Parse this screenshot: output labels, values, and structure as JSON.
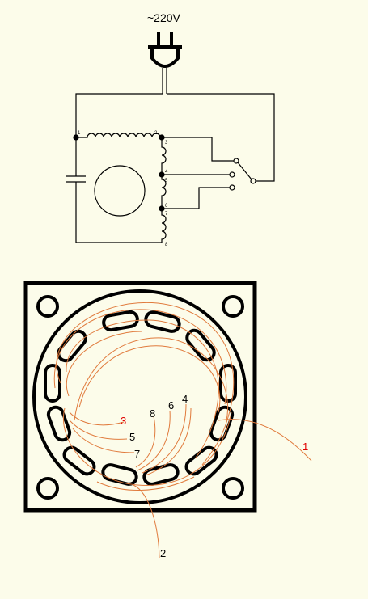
{
  "schematic": {
    "supply_label": "~220V",
    "node_labels": {
      "n1": "1",
      "n2": "2",
      "n3": "3",
      "n4": "4",
      "n5": "5",
      "n6": "6",
      "n7": "7",
      "n8": "8"
    }
  },
  "stator": {
    "wire_labels": {
      "w1": "1",
      "w2": "2",
      "w3": "3",
      "w4": "4",
      "w5": "5",
      "w6": "6",
      "w7": "7",
      "w8": "8"
    }
  },
  "colors": {
    "background": "#fcfcea",
    "line": "#000000",
    "winding": "#e07a3c",
    "highlight_label": "#e00000"
  }
}
